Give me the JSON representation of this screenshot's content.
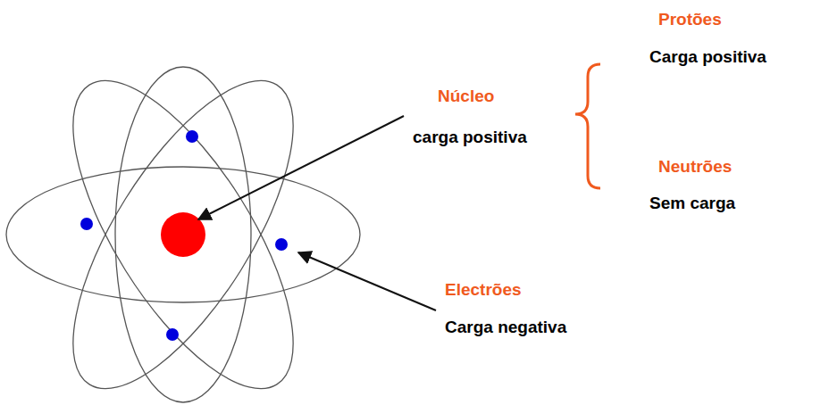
{
  "diagram": {
    "labels": [
      "Núcleo",
      "carga positiva",
      "Protões",
      "Carga positiva",
      "Neutrões",
      "Sem carga",
      "Electrões",
      "Carga negativa"
    ]
  }
}
